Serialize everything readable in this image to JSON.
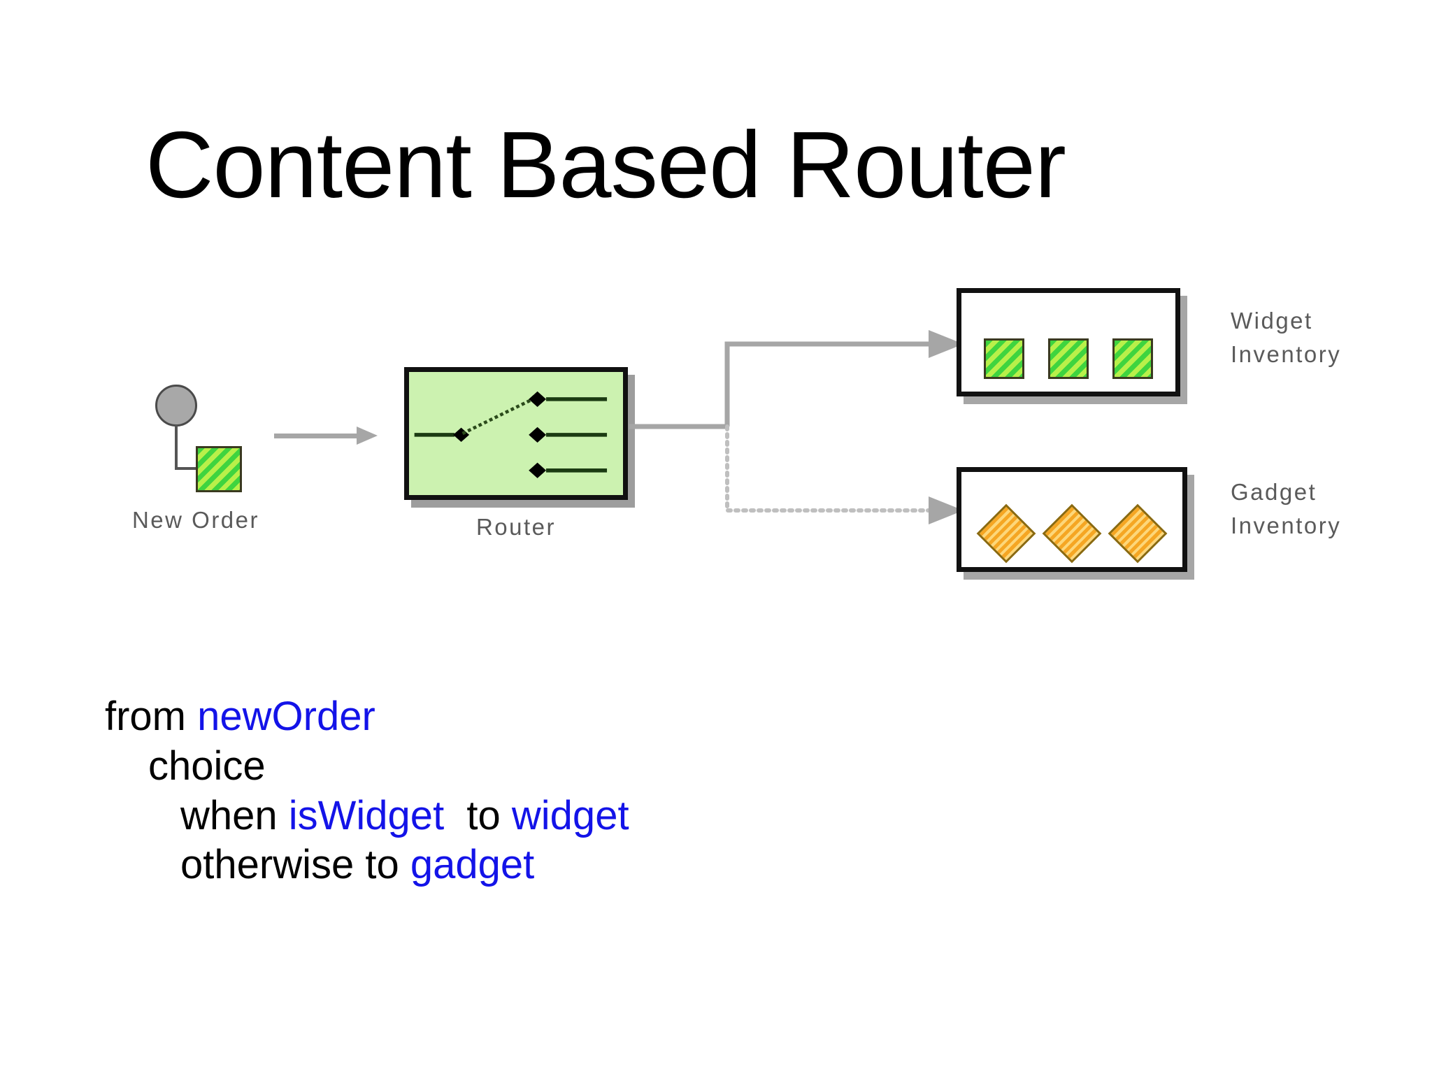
{
  "slide": {
    "title": "Content Based Router",
    "background_color": "#ffffff"
  },
  "diagram": {
    "source": {
      "label": "New Order",
      "endpoint_icon": "gray-circle-endpoint",
      "message_icon": "green-hatched-square-message"
    },
    "router": {
      "label": "Router",
      "fill_color": "#ccf2b0",
      "border_color": "#111111",
      "icon": "switch-router-icon",
      "input_ports": 1,
      "output_ports": 3,
      "active_output_index": 0
    },
    "arrows": {
      "source_to_router": "solid-gray-arrow",
      "router_to_widget": "solid-gray-arrow",
      "router_to_gadget": "dotted-gray-arrow",
      "color": "#a6a6a6"
    },
    "destinations": [
      {
        "label_line1": "Widget",
        "label_line2": "Inventory",
        "item_icon": "green-hatched-square-message",
        "item_count": 3,
        "item_color": "#3fd43f"
      },
      {
        "label_line1": "Gadget",
        "label_line2": "Inventory",
        "item_icon": "orange-striped-diamond-message",
        "item_count": 3,
        "item_color": "#f5a623"
      }
    ]
  },
  "code": {
    "accent_color": "#1313e8",
    "lines": [
      {
        "indent": 0,
        "tokens": [
          {
            "t": "from ",
            "k": "kw"
          },
          {
            "t": "newOrder",
            "k": "id"
          }
        ]
      },
      {
        "indent": 1,
        "tokens": [
          {
            "t": "choice",
            "k": "kw"
          }
        ]
      },
      {
        "indent": 2,
        "tokens": [
          {
            "t": "when ",
            "k": "kw"
          },
          {
            "t": "isWidget",
            "k": "id"
          },
          {
            "t": "  to ",
            "k": "kw"
          },
          {
            "t": "widget",
            "k": "id"
          }
        ]
      },
      {
        "indent": 2,
        "tokens": [
          {
            "t": "otherwise to ",
            "k": "kw"
          },
          {
            "t": "gadget",
            "k": "id"
          }
        ]
      }
    ],
    "l1": "from newOrder",
    "l2": "choice",
    "l3": "when isWidget  to widget",
    "l4": "otherwise to gadget"
  }
}
